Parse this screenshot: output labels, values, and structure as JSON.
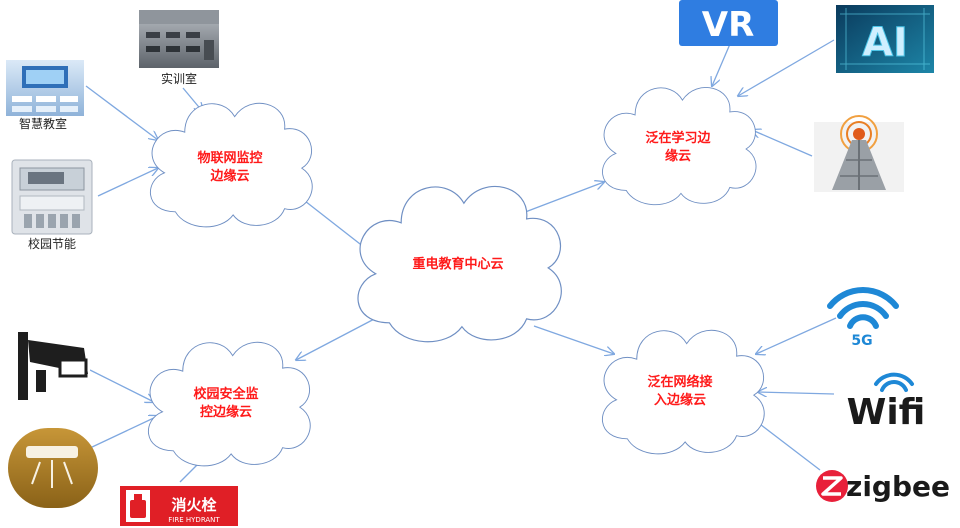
{
  "clouds": {
    "center": "重电教育中心云",
    "iot": [
      "物联网监控",
      "边缘云"
    ],
    "learning": [
      "泛在学习边",
      "缘云"
    ],
    "security": [
      "校园安全监",
      "控边缘云"
    ],
    "network": [
      "泛在网络接",
      "入边缘云"
    ]
  },
  "sources": {
    "training_room": "实训室",
    "smart_classroom": "智慧教室",
    "campus_energy": "校园节能"
  },
  "logos": {
    "vr": "VR",
    "ai": "AI",
    "fiveg": "5G",
    "wifi": "Wifi",
    "zigbee": "zigbee",
    "hydrant_cn": "消火栓",
    "hydrant_en": "FIRE HYDRANT"
  },
  "colors": {
    "cloud_label": "#ff1a1a",
    "arrow": "#7fa8e0",
    "cloud_stroke": "#6f8fc3",
    "vr_bg": "#2f7de1",
    "fiveg": "#1e88d6",
    "hydrant": "#e01f26"
  },
  "icons": [
    "classroom-photo-icon",
    "vr-logo-icon",
    "ai-chip-icon",
    "antenna-tower-icon",
    "smart-classroom-icon",
    "energy-meter-icon",
    "cctv-camera-icon",
    "smoke-detector-icon",
    "fire-hydrant-sign-icon",
    "5g-signal-icon",
    "wifi-logo-icon",
    "zigbee-logo-icon"
  ]
}
